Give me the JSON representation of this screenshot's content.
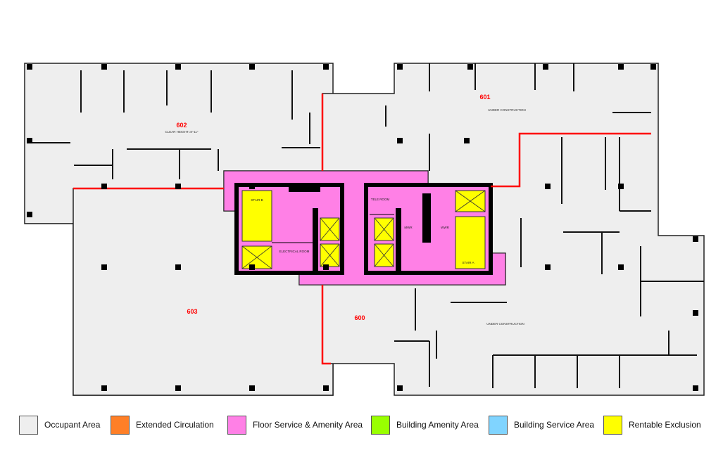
{
  "rooms": {
    "r602": {
      "number": "602",
      "note": "CLEAR HEIGHT=8'-11\""
    },
    "r601": {
      "number": "601",
      "note": "UNDER CONSTRUCTION"
    },
    "r603": {
      "number": "603"
    },
    "r600": {
      "number": "600",
      "note": "UNDER CONSTRUCTION"
    }
  },
  "core_labels": {
    "stair_b": "STAIR B",
    "electrical": "ELECTRICAL ROOM",
    "tele": "TELE ROOM",
    "mwr": "MWR",
    "wwr": "WWR",
    "stair_a": "STAIR A"
  },
  "colors": {
    "occupant": "#eeeeee",
    "extended_circulation": "#ff7f27",
    "floor_service": "#ff80e6",
    "building_amenity": "#99ff00",
    "building_service": "#80d4ff",
    "rentable_exclusion": "#ffff00",
    "boundary": "#ff0000"
  },
  "legend": [
    {
      "label": "Occupant Area",
      "color": "#eeeeee"
    },
    {
      "label": "Extended Circulation",
      "color": "#ff7f27"
    },
    {
      "label": "Floor Service & Amenity Area",
      "color": "#ff80e6"
    },
    {
      "label": "Building Amenity Area",
      "color": "#99ff00"
    },
    {
      "label": "Building Service Area",
      "color": "#80d4ff"
    },
    {
      "label": "Rentable Exclusion",
      "color": "#ffff00"
    }
  ]
}
